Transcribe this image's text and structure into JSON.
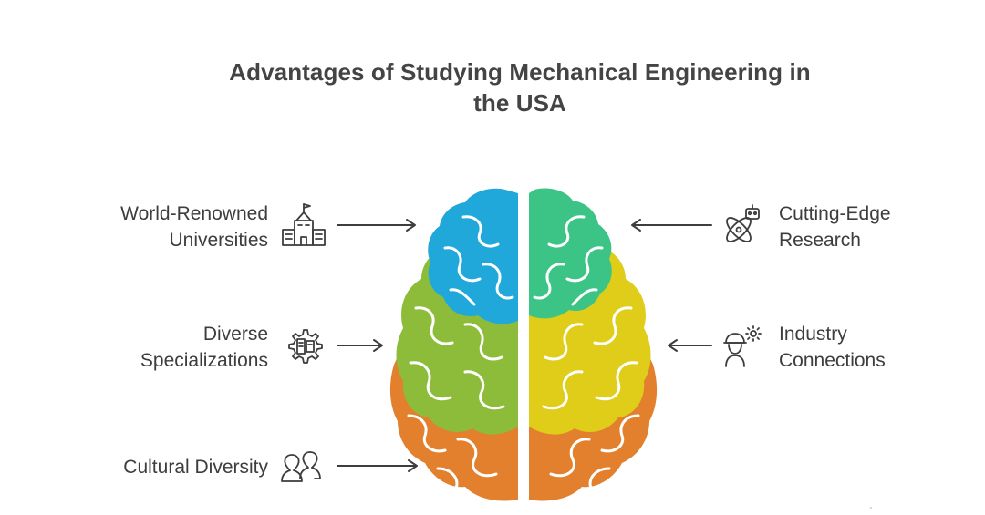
{
  "title": {
    "line1": "Advantages of Studying Mechanical Engineering in",
    "line2": "the USA"
  },
  "items": [
    {
      "id": "world",
      "lines": [
        "World-Renowned",
        "Universities"
      ],
      "icon": "university-icon",
      "side": "left"
    },
    {
      "id": "diverse",
      "lines": [
        "Diverse",
        "Specializations"
      ],
      "icon": "specializations-gear-icon",
      "side": "left"
    },
    {
      "id": "cultural",
      "lines": [
        "Cultural Diversity"
      ],
      "icon": "people-group-icon",
      "side": "left"
    },
    {
      "id": "cutting",
      "lines": [
        "Cutting-Edge",
        "Research"
      ],
      "icon": "atom-robot-icon",
      "side": "right"
    },
    {
      "id": "industry",
      "lines": [
        "Industry",
        "Connections"
      ],
      "icon": "engineer-gear-icon",
      "side": "right"
    }
  ],
  "colors": {
    "blue": "#20a8db",
    "green_left": "#8dbc3b",
    "orange": "#e2802d",
    "teal": "#3bc486",
    "yellow": "#dfcd1a",
    "arrow": "#3d3d3d",
    "text": "#3d3d3d"
  }
}
